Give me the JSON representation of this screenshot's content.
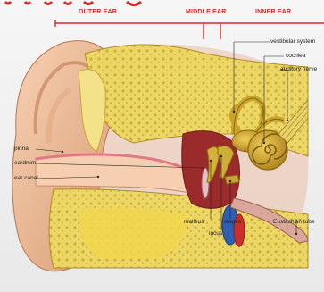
{
  "sections": {
    "outer": "OUTER EAR",
    "middle": "MIDDLE EAR",
    "inner": "INNER EAR"
  },
  "labels": {
    "pinna": "pinna",
    "eardrum": "eardrum",
    "ear_canal": "ear canal",
    "vestibular_system": "vestibular system",
    "cochlea": "cochlea",
    "auditory_nerve": "auditory nerve",
    "malleus": "malleus",
    "stapes": "stapes",
    "incus": "incus",
    "eustachian_tube": "Eustachian tube"
  },
  "colors": {
    "accent_red": "#d62a2a",
    "skin": "#f2c39e",
    "bone": "#e8d35c",
    "membrane": "#e07a86",
    "nerve": "#c9a32a",
    "vessel_blue": "#2e5fb5",
    "vessel_red": "#c9302c"
  }
}
